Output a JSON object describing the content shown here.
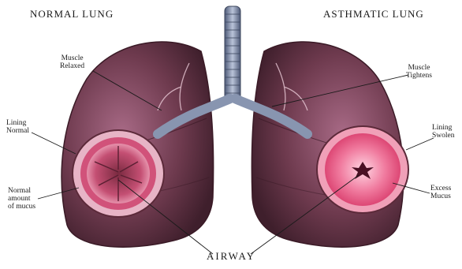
{
  "headings": {
    "left": "NORMAL LUNG",
    "right": "ASTHMATIC LUNG"
  },
  "labels": {
    "muscle_relaxed": [
      "Muscle",
      "Relaxed"
    ],
    "muscle_tightens": [
      "Muscle",
      "Tightens"
    ],
    "lining_normal": [
      "Lining",
      "Normal"
    ],
    "lining_swollen": [
      "Lining",
      "Swolen"
    ],
    "normal_mucus": [
      "Normal",
      "amount",
      "of mucus"
    ],
    "excess_mucus": [
      "Excess",
      "Mucus"
    ],
    "airway": "AIRWAY"
  },
  "colors": {
    "lung": "#6e3a4e",
    "lung_light": "#a86a86",
    "trachea": "#7d8aa6",
    "pink": "#e8557f",
    "mucosa": "#f3b3c6"
  }
}
